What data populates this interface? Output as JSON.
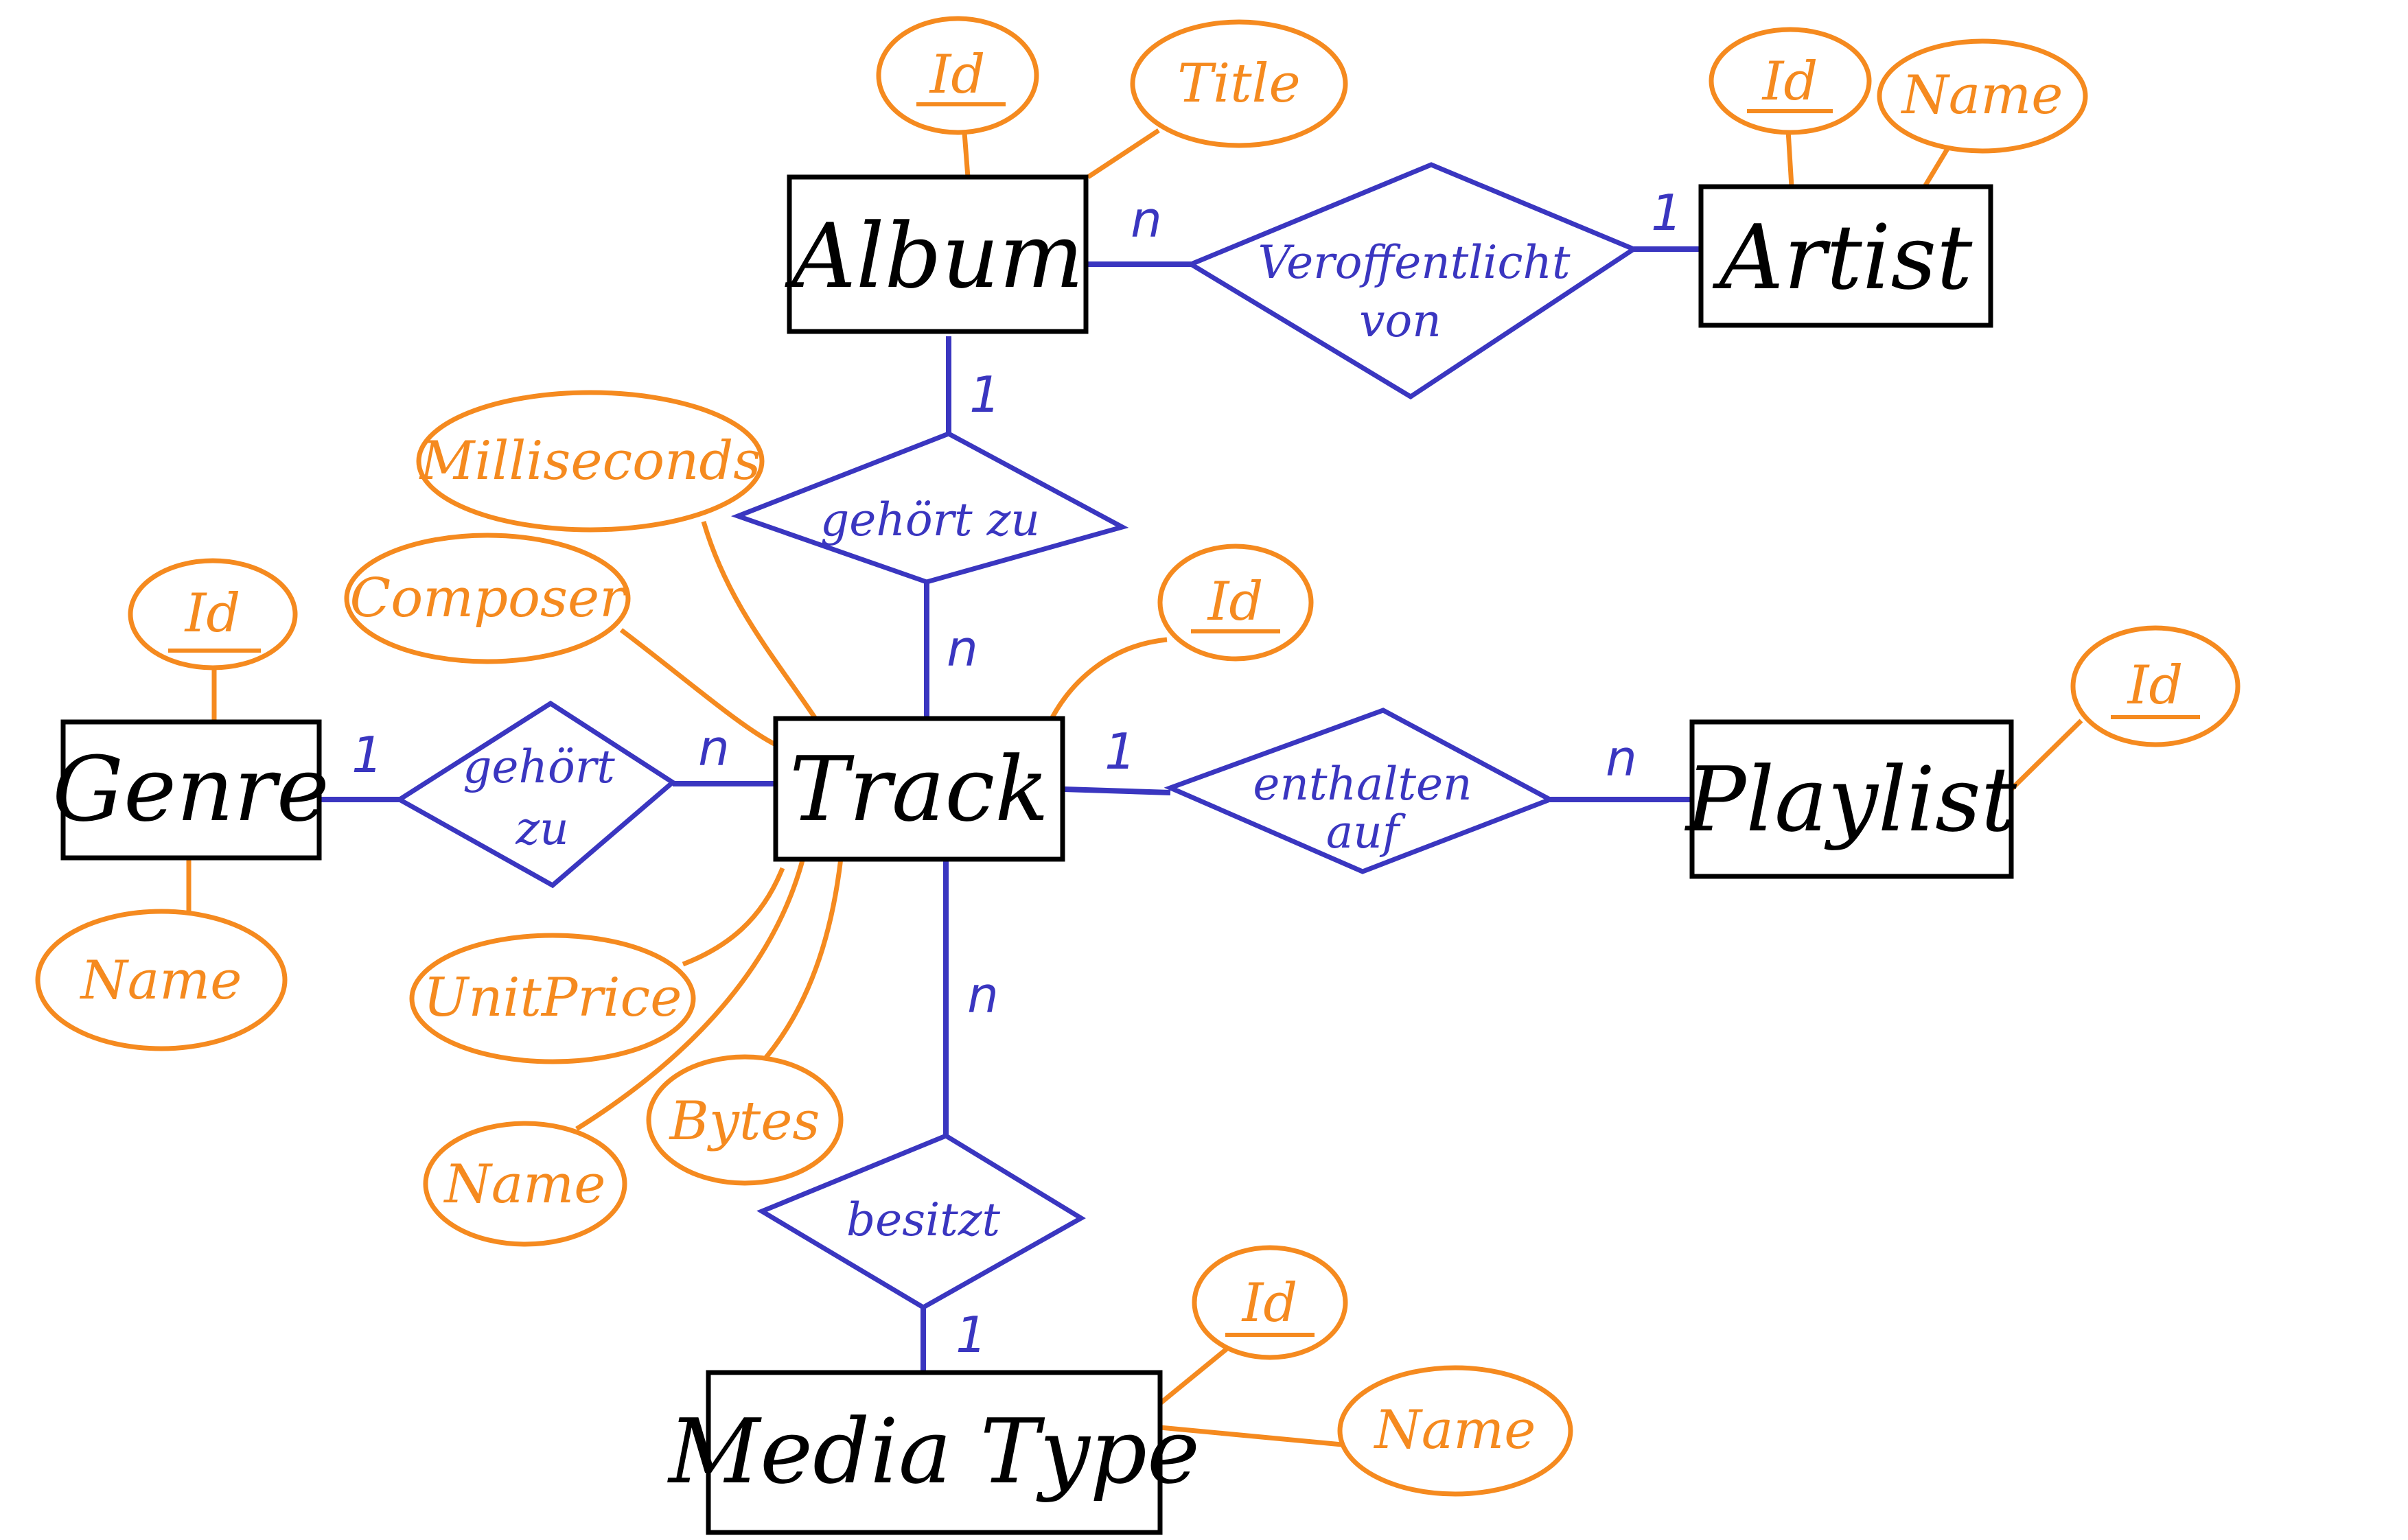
{
  "colors": {
    "entity": "#000000",
    "relationship": "#3a36c0",
    "attribute": "#f58a1f",
    "background": "#ffffff"
  },
  "entities": {
    "album": "Album",
    "artist": "Artist",
    "genre": "Genre",
    "track": "Track",
    "playlist": "Playlist",
    "media_type": "Media Type"
  },
  "relationships": {
    "album_artist": [
      "Veroffentlicht",
      "von"
    ],
    "track_album": [
      "gehört zu"
    ],
    "track_genre": [
      "gehört",
      "zu"
    ],
    "track_playlist": [
      "enthalten",
      "auf"
    ],
    "track_media_type": [
      "besitzt"
    ]
  },
  "attributes": {
    "album": [
      "Id",
      "Title"
    ],
    "artist": [
      "Id",
      "Name"
    ],
    "genre": [
      "Id",
      "Name"
    ],
    "track": [
      "Milliseconds",
      "Composer",
      "Id",
      "UnitPrice",
      "Bytes",
      "Name"
    ],
    "playlist": [
      "Id"
    ],
    "media_type": [
      "Id",
      "Name"
    ]
  },
  "cardinalities": {
    "album_side_of_album_artist": "n",
    "artist_side_of_album_artist": "1",
    "album_side_of_track_album": "1",
    "track_side_of_track_album": "n",
    "genre_side_of_track_genre": "1",
    "track_side_of_track_genre": "n",
    "track_side_of_track_playlist": "1",
    "playlist_side_of_track_playlist": "n",
    "track_side_of_track_media_type": "n",
    "media_type_side_of_track_media_type": "1"
  }
}
